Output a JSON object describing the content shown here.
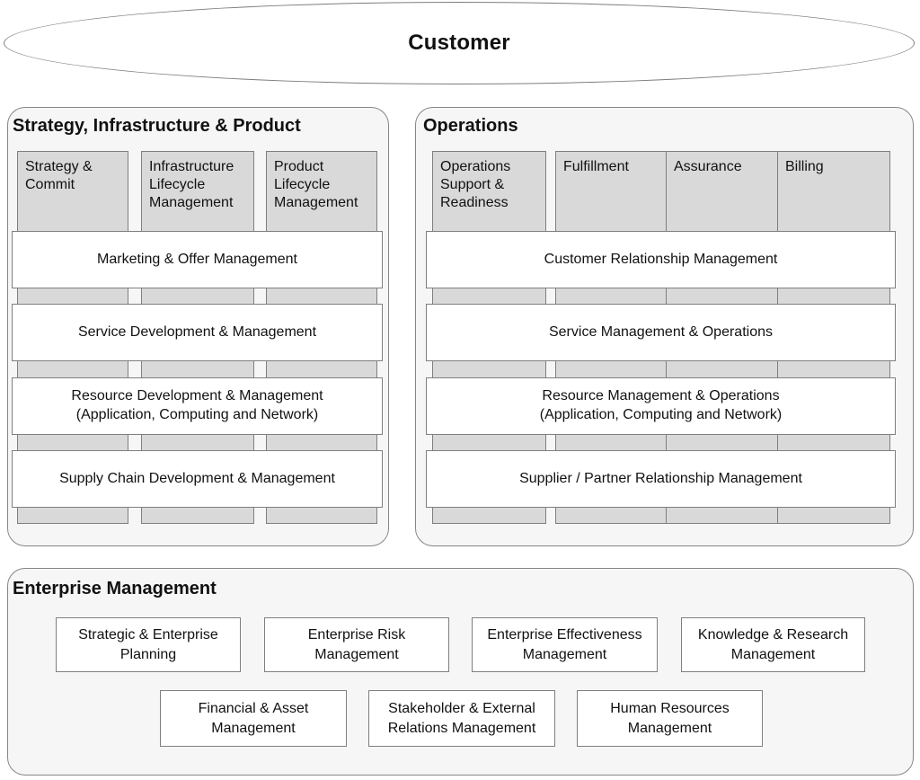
{
  "customer_label": "Customer",
  "sip": {
    "title": "Strategy, Infrastructure & Product",
    "columns": [
      "Strategy & Commit",
      "Infrastructure Lifecycle Management",
      "Product Lifecycle Management"
    ],
    "bands": [
      "Marketing & Offer Management",
      "Service Development & Management",
      "Resource Development & Management\n(Application, Computing and Network)",
      "Supply Chain Development & Management"
    ]
  },
  "operations": {
    "title": "Operations",
    "columns": [
      "Operations Support & Readiness",
      "Fulfillment",
      "Assurance",
      "Billing"
    ],
    "bands": [
      "Customer Relationship Management",
      "Service Management & Operations",
      "Resource Management & Operations\n(Application, Computing and Network)",
      "Supplier / Partner Relationship Management"
    ]
  },
  "enterprise": {
    "title": "Enterprise Management",
    "row1": [
      "Strategic & Enterprise Planning",
      "Enterprise Risk Management",
      "Enterprise Effectiveness Management",
      "Knowledge & Research Management"
    ],
    "row2": [
      "Financial & Asset Management",
      "Stakeholder & External Relations Management",
      "Human Resources Management"
    ]
  },
  "colors": {
    "panel_bg": "#f6f6f6",
    "panel_border": "#868686",
    "column_fill": "#d9d9d9",
    "column_border": "#7f7f7f",
    "band_fill": "#ffffff",
    "band_border": "#7f7f7f",
    "text": "#111111"
  }
}
